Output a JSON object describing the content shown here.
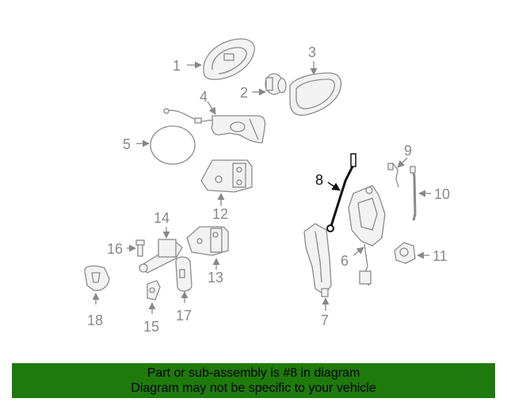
{
  "callouts": {
    "c1": "1",
    "c2": "2",
    "c3": "3",
    "c4": "4",
    "c5": "5",
    "c6": "6",
    "c7": "7",
    "c8": "8",
    "c9": "9",
    "c10": "10",
    "c11": "11",
    "c12": "12",
    "c13": "13",
    "c14": "14",
    "c15": "15",
    "c16": "16",
    "c17": "17",
    "c18": "18"
  },
  "highlighted_part": "8",
  "banner": {
    "line1": "Part or sub-assembly is #8 in diagram",
    "line2": "Diagram may not be specific to your vehicle",
    "background": "#1f7a0c"
  },
  "colors": {
    "part_stroke": "#8a8a8a",
    "callout_text": "#888888",
    "highlight": "#111111"
  }
}
